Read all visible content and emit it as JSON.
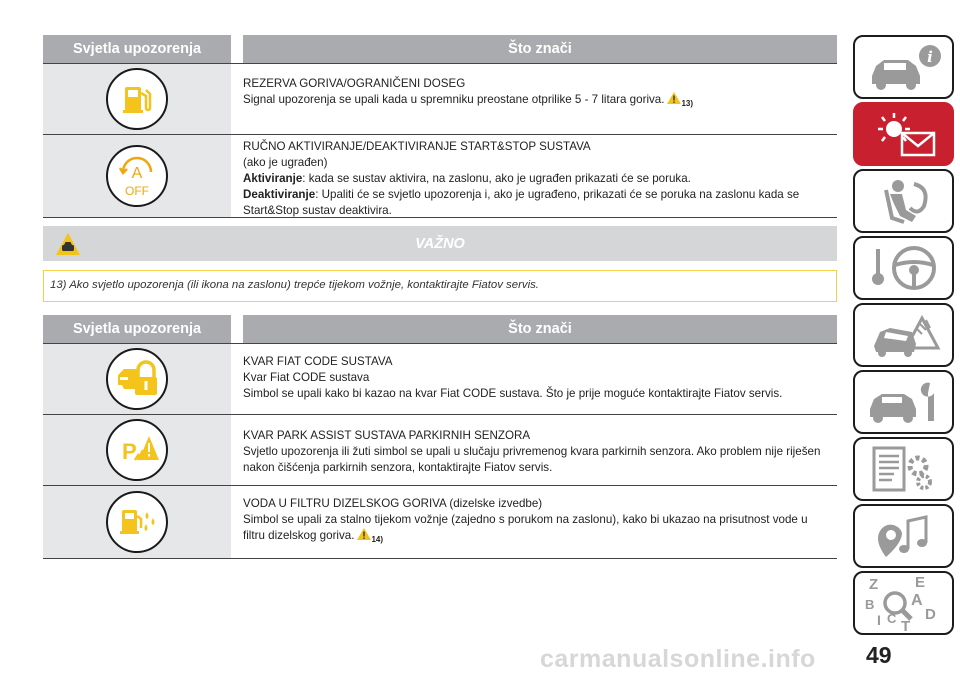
{
  "table1": {
    "headers": [
      "Svjetla upozorenja",
      "Što znači"
    ],
    "rows": [
      {
        "icon": "fuel-pump-icon",
        "lines": [
          "REZERVA GORIVA/OGRANIČENI DOSEG",
          "Signal upozorenja se upali kada u spremniku preostane otprilike 5 - 7 litara goriva."
        ],
        "ref": "13)"
      },
      {
        "icon": "start-stop-off-icon",
        "icon_letter": "A",
        "icon_text": "OFF",
        "lines": [
          "RUČNO AKTIVIRANJE/DEAKTIVIRANJE START&STOP SUSTAVA",
          "(ako je ugrađen)"
        ],
        "activation_label": "Aktiviranje",
        "activation_text": ": kada se sustav aktivira, na zaslonu, ako je ugrađen prikazati će se poruka.",
        "deactivation_label": "Deaktiviranje",
        "deactivation_text": ": Upaliti će se svjetlo upozorenja i, ako je ugrađeno, prikazati će se poruka na zaslonu kada se Start&Stop sustav deaktivira."
      }
    ]
  },
  "important": {
    "title": "VAŽNO",
    "note": "13) Ako svjetlo upozorenja (ili ikona na zaslonu) trepće tijekom vožnje, kontaktirajte Fiatov servis."
  },
  "table2": {
    "headers": [
      "Svjetla upozorenja",
      "Što znači"
    ],
    "rows": [
      {
        "icon": "fiat-code-lock-icon",
        "lines": [
          "KVAR FIAT CODE SUSTAVA",
          "Kvar Fiat CODE sustava",
          "Simbol se upali kako bi kazao na kvar Fiat CODE sustava. Što je prije moguće kontaktirajte Fiatov servis."
        ]
      },
      {
        "icon": "park-assist-fault-icon",
        "icon_letter": "P",
        "lines": [
          "KVAR PARK ASSIST SUSTAVA PARKIRNIH SENZORA",
          "Svjetlo upozorenja ili žuti simbol se upali u slučaju privremenog kvara parkirnih senzora. Ako problem nije riješen nakon čišćenja parkirnih senzora, kontaktirajte Fiatov servis."
        ]
      },
      {
        "icon": "water-in-diesel-filter-icon",
        "lines": [
          "VODA U FILTRU DIZELSKOG GORIVA (dizelske izvedbe)",
          "Simbol se upali za stalno tijekom vožnje (zajedno s porukom na zaslonu), kako bi ukazao na prisutnost vode u filtru dizelskog goriva."
        ],
        "ref": "14)"
      }
    ]
  },
  "sidebar": {
    "tabs": [
      "car-info-icon",
      "warning-lights-message-icon",
      "airbag-seat-icon",
      "steering-key-icon",
      "crash-emergency-icon",
      "car-wrench-icon",
      "specs-gear-icon",
      "multimedia-music-icon",
      "alphabetical-index-icon"
    ],
    "active_index": 1,
    "index_letters": [
      "Z",
      "E",
      "A",
      "B",
      "I",
      "C",
      "T",
      "D"
    ]
  },
  "page_number": "49",
  "watermark": "carmanualsonline.info",
  "colors": {
    "header": "#a9abae",
    "icon_cell": "#e6e7e8",
    "active_tab": "#c8202f",
    "important_bg": "#d5d6d8",
    "note_border": "#f2d24a"
  }
}
